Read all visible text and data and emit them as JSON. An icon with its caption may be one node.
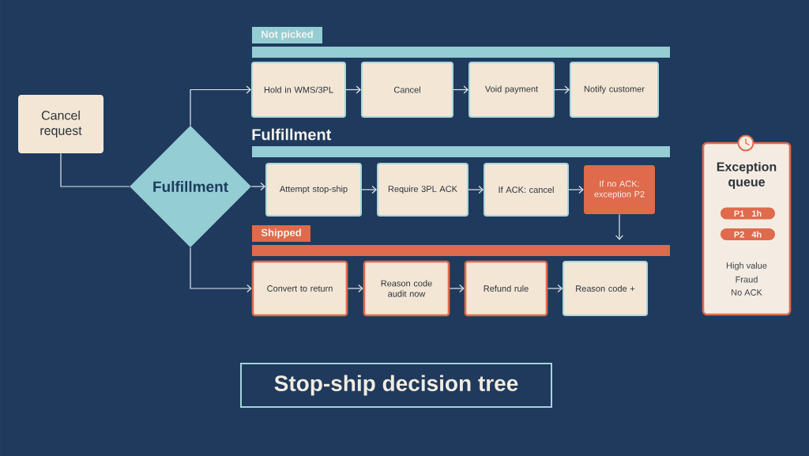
{
  "diagram": {
    "title": "Stop-ship decision tree",
    "nodes": [
      {
        "text": [
          "Cancel request"
        ]
      },
      {
        "text": [
          "Fulfillment"
        ]
      },
      {
        "text": [
          "Not picked"
        ]
      },
      {
        "text": [
          "Hold in WMS/3PL"
        ]
      },
      {
        "text": [
          "Cancel"
        ]
      },
      {
        "text": [
          "Void payment"
        ]
      },
      {
        "text": [
          "Notify customer"
        ]
      },
      {
        "text": [
          "Attempt stop-ship"
        ]
      },
      {
        "text": [
          "Require 3PL ACK"
        ]
      },
      {
        "text": [
          "If ACK: cancel"
        ]
      },
      {
        "text": [
          "If no ACK: exception P2"
        ]
      },
      {
        "text": [
          "Shipped"
        ]
      },
      {
        "text": [],
        "shape": "bar"
      },
      {
        "text": [
          "Convert to return"
        ]
      },
      {
        "text": [
          "Reason code audit now"
        ]
      },
      {
        "text": [
          "Refund rule"
        ]
      },
      {
        "text": [
          "Reason code +"
        ]
      },
      {
        "text": [
          "Exception queue",
          "High value",
          "Fraud",
          "No ACK"
        ]
      },
      {
        "text": [
          "P1",
          "1h"
        ],
        "in": 17
      },
      {
        "text": [
          "P2",
          "4h"
        ],
        "in": 17
      }
    ],
    "edges": [
      {
        "from": 0,
        "to": 1,
        "arrow": "none"
      },
      {
        "from": 1,
        "to": 3,
        "arrow": "to"
      },
      {
        "from": 1,
        "to": 7,
        "arrow": "to"
      },
      {
        "from": 1,
        "to": 13,
        "arrow": "to"
      },
      {
        "from": 3,
        "to": 4,
        "arrow": "to"
      },
      {
        "from": 4,
        "to": 5,
        "arrow": "to"
      },
      {
        "from": 5,
        "to": 6,
        "arrow": "to"
      },
      {
        "from": 7,
        "to": 8,
        "arrow": "to"
      },
      {
        "from": 8,
        "to": 9,
        "arrow": "to"
      },
      {
        "from": 9,
        "to": 10,
        "arrow": "to"
      },
      {
        "from": 10,
        "to": 12,
        "arrow": "to"
      },
      {
        "from": 13,
        "to": 14,
        "arrow": "to"
      },
      {
        "from": 14,
        "to": 15,
        "arrow": "to"
      },
      {
        "from": 15,
        "to": 16,
        "arrow": "to"
      }
    ],
    "labels": [
      "Fulfillment"
    ]
  }
}
